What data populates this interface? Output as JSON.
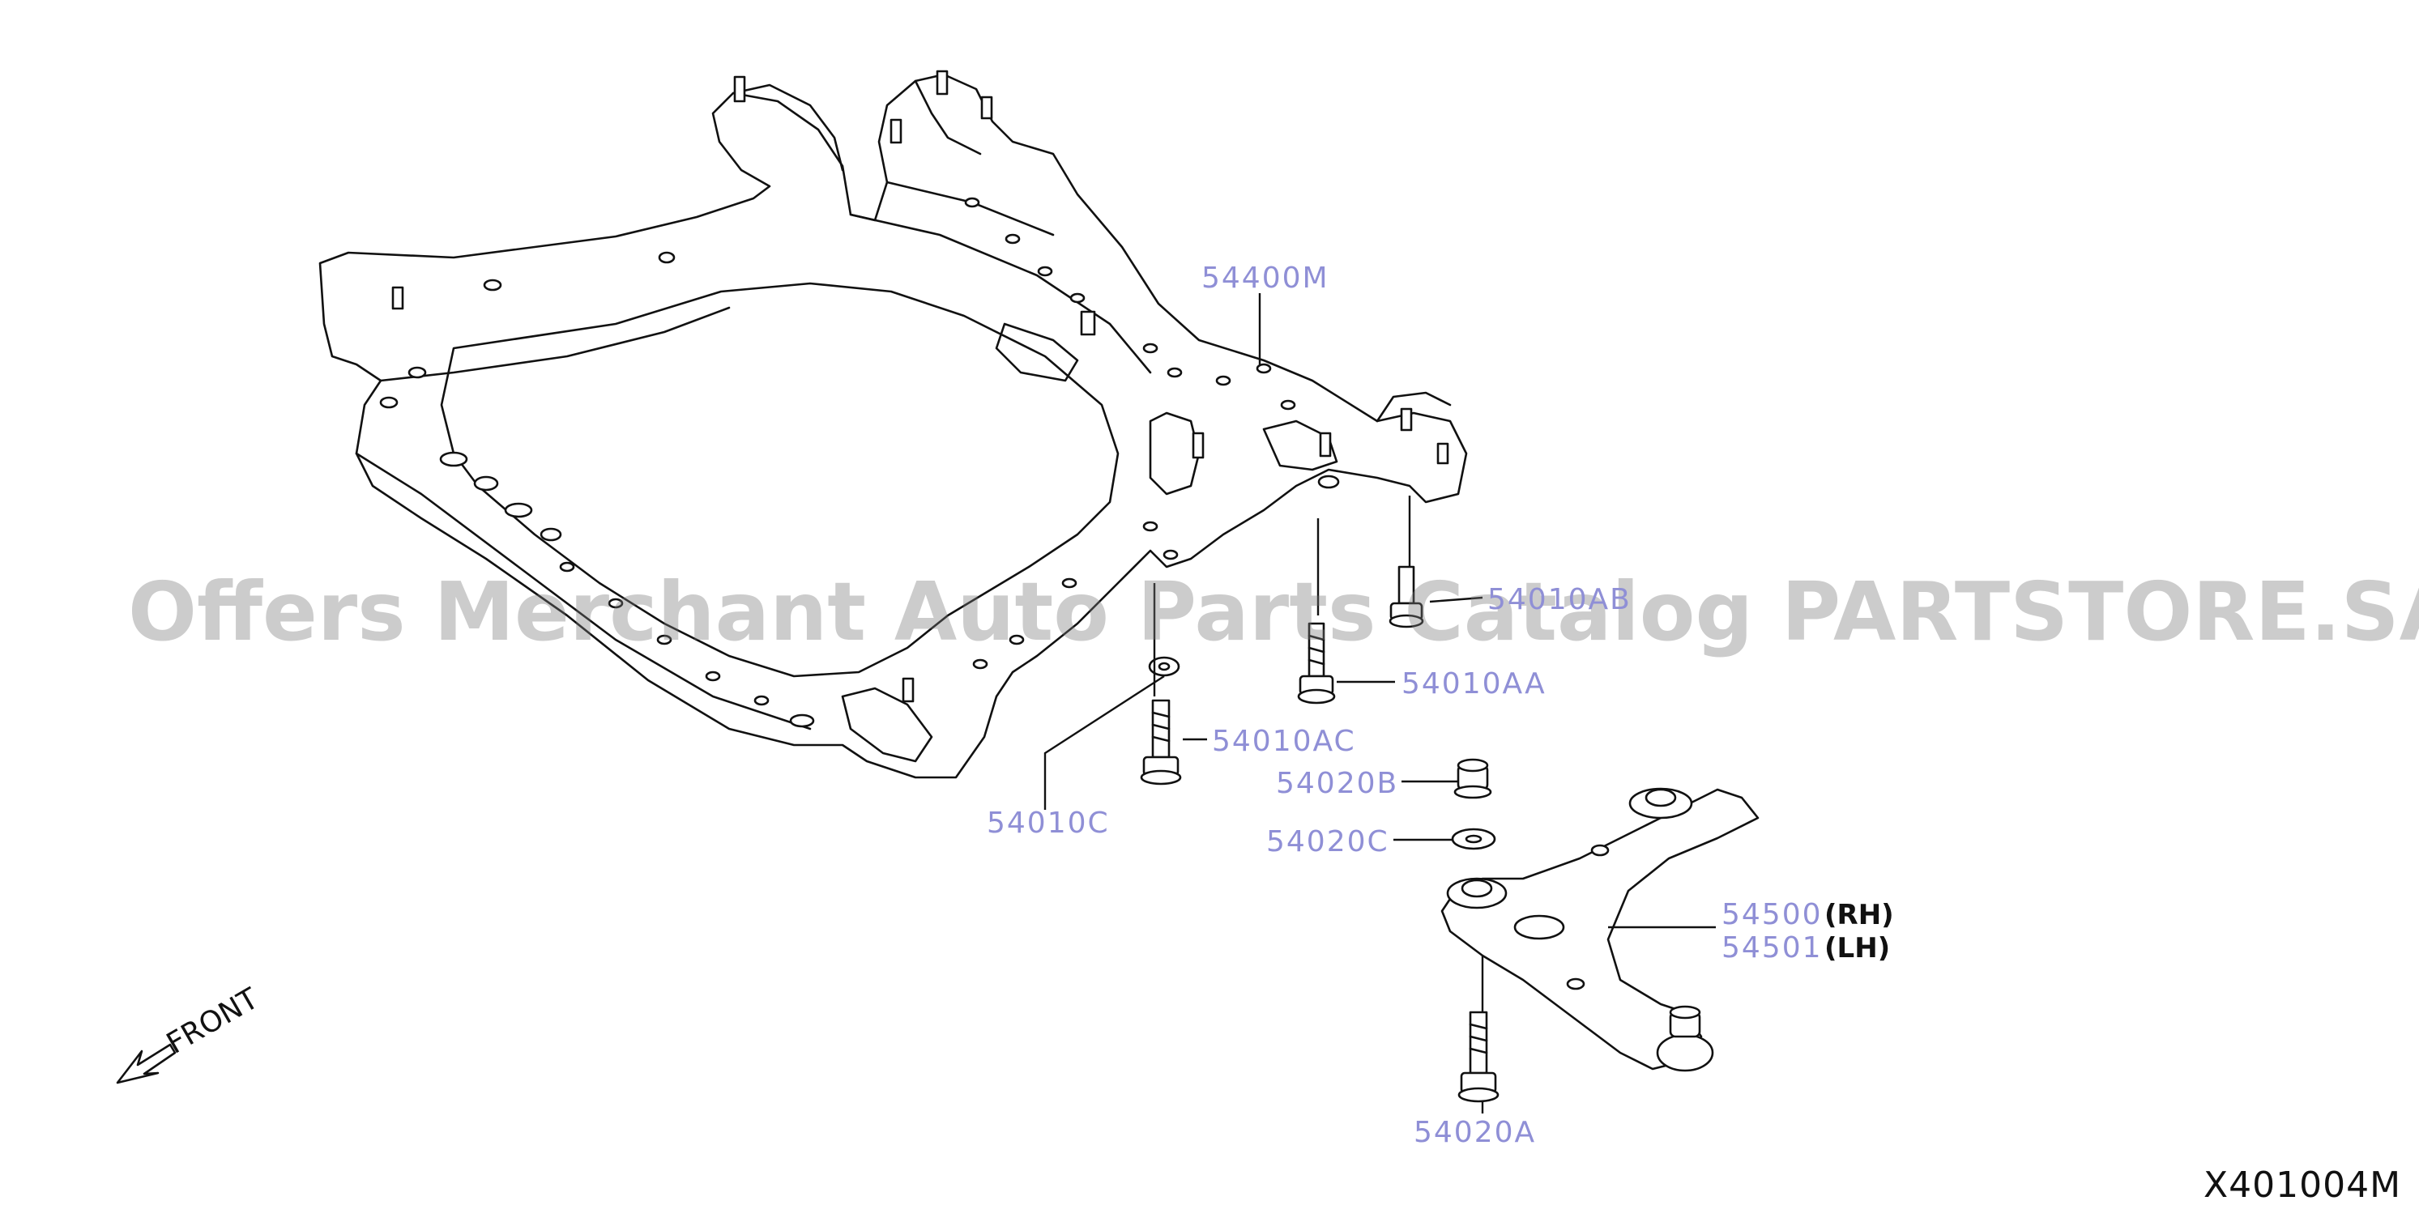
{
  "diagram": {
    "code": "X401004M",
    "front_label": "FRONT",
    "watermark": "Offers Merchant Auto Parts Catalog PARTSTORE.SA",
    "callout_color": "#8f8fd6",
    "line_color": "#111111",
    "callouts": {
      "member": "54400M",
      "bolt_upper": "54010AB",
      "bolt_mid": "54010AA",
      "bolt_left": "54010AC",
      "washer_left": "54010C",
      "nut": "54020B",
      "washer": "54020C",
      "bolt_lower": "54020A",
      "arm_rh": "54500",
      "arm_rh_suffix": "(RH)",
      "arm_lh": "54501",
      "arm_lh_suffix": "(LH)"
    }
  }
}
